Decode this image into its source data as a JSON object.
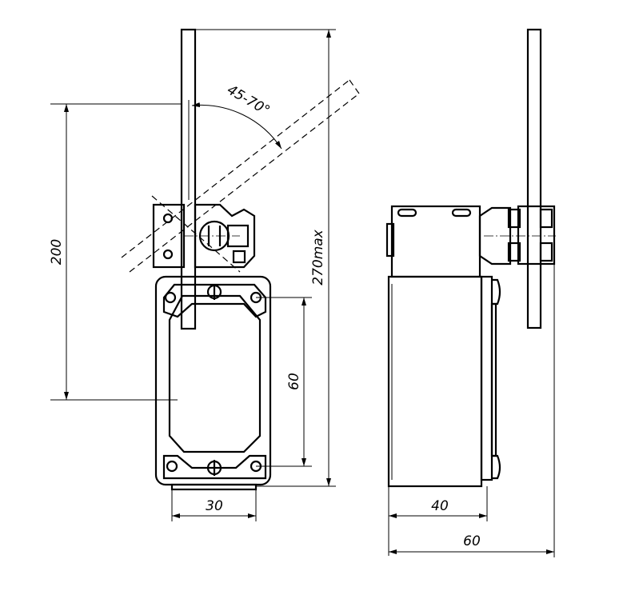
{
  "title": "Limit switch with rod lever – dimensional drawing",
  "dimensions": {
    "lever_angle": "45-70°",
    "lever_height": "200",
    "max_height": "270max",
    "mount_hole_vertical": "60",
    "mount_hole_horizontal": "30",
    "body_depth": "40",
    "overall_depth": "60"
  }
}
